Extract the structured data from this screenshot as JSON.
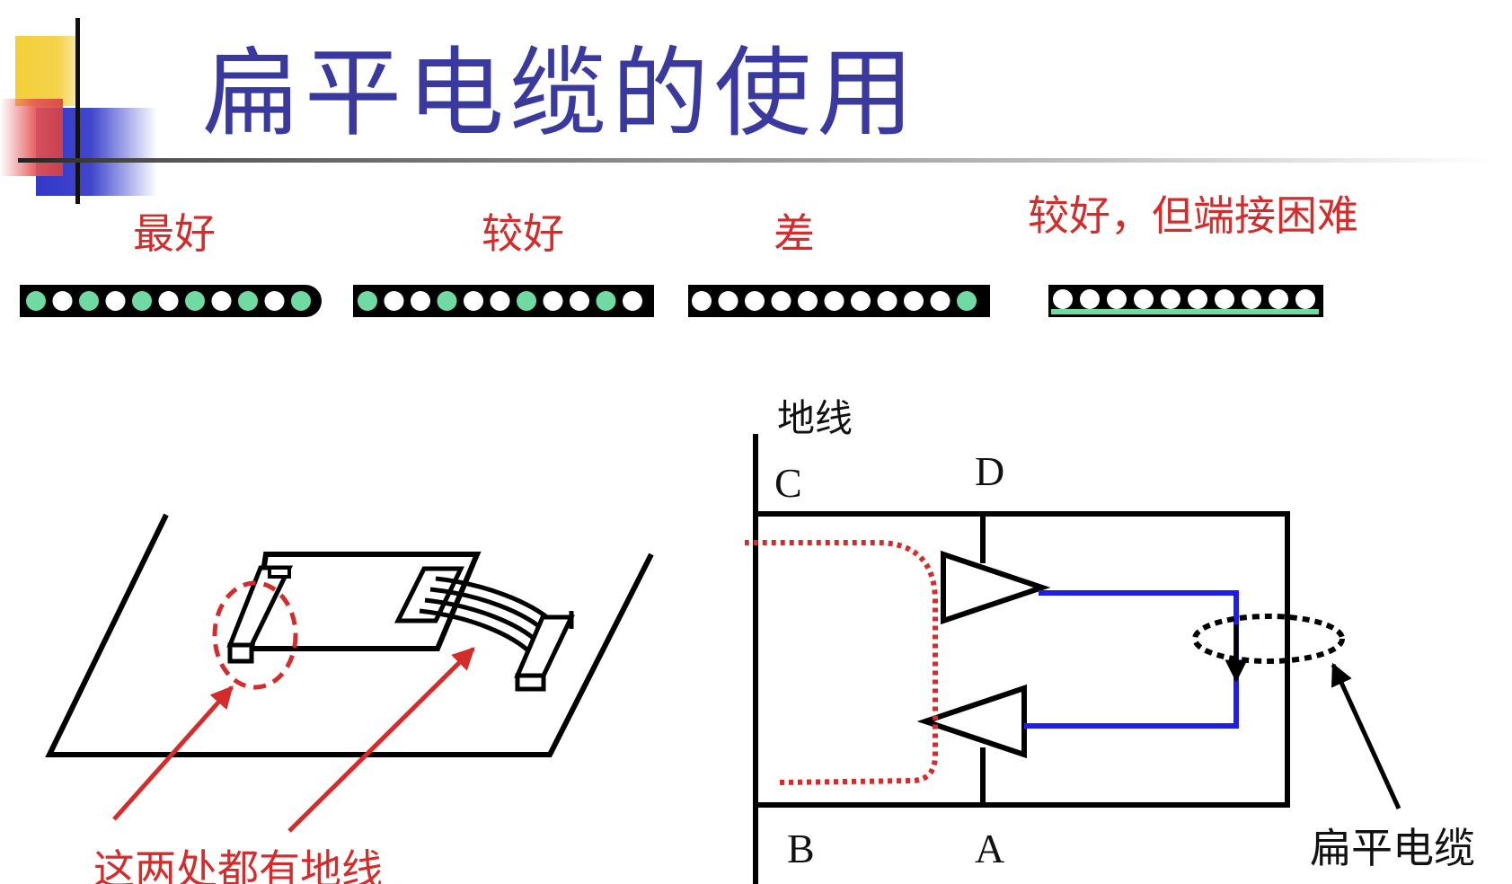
{
  "title": "扁平电缆的使用",
  "ratings": [
    {
      "label": "最好"
    },
    {
      "label": "较好"
    },
    {
      "label": "差"
    },
    {
      "label": "较好，但端接困难"
    }
  ],
  "cable_conductors": {
    "best": [
      "ground",
      "signal",
      "ground",
      "signal",
      "ground",
      "signal",
      "ground",
      "signal",
      "ground",
      "signal",
      "ground"
    ],
    "good": [
      "ground",
      "signal",
      "signal",
      "ground",
      "signal",
      "signal",
      "ground",
      "signal",
      "signal",
      "ground",
      "signal"
    ],
    "poor": [
      "signal",
      "signal",
      "signal",
      "signal",
      "signal",
      "signal",
      "signal",
      "signal",
      "signal",
      "signal",
      "ground"
    ],
    "plane": [
      "signal",
      "signal",
      "signal",
      "signal",
      "signal",
      "signal",
      "signal",
      "signal",
      "signal",
      "signal"
    ]
  },
  "left_annotation": "这两处都有地线",
  "circuit": {
    "ground_label": "地线",
    "node_c": "C",
    "node_d": "D",
    "node_b": "B",
    "node_a": "A",
    "cable_label": "扁平电缆"
  },
  "colors": {
    "title": "#3a3a9e",
    "highlight_red": "#d42b2b",
    "ground_green": "#6fdba3",
    "signal_white": "#ffffff",
    "cable_black": "#000000",
    "wire_blue": "#1e1ee8",
    "arrow_red": "#d42b2b"
  }
}
